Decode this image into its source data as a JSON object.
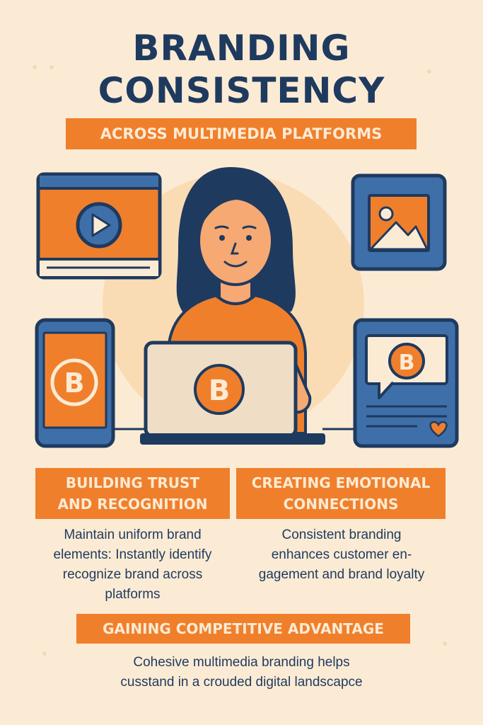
{
  "header": {
    "title_line1": "BRANDING",
    "title_line2": "CONSISTENCY",
    "subtitle": "ACROSS MULTIMEDIA PLATFORMS"
  },
  "illustration": {
    "laptop_badge": "B",
    "phone_badge": "B",
    "social_badge": "B",
    "icons": [
      "video-player-icon",
      "image-frame-icon",
      "smartphone-icon",
      "social-post-icon",
      "heart-icon",
      "woman-with-laptop"
    ]
  },
  "sections": {
    "trust": {
      "heading_line1": "BUILDING TRUST",
      "heading_line2": "AND RECOGNITION",
      "text_line1": "Maintain uniform brand",
      "text_line2": "elements: Instantly identify",
      "text_line3": "recognize brand across",
      "text_line4": "platforms"
    },
    "emotional": {
      "heading_line1": "CREATING EMOTIONAL",
      "heading_line2": "CONNECTIONS",
      "text_line1": "Consistent branding",
      "text_line2": "enhances customer en-",
      "text_line3": "gagement  and brand loyalty"
    },
    "competitive": {
      "heading": "GAINING COMPETITIVE ADVANTAGE",
      "text_line1": "Cohesive multimedia branding helps",
      "text_line2": "cusstand in a crouded digital landscapce"
    }
  },
  "colors": {
    "background": "#FCEBD4",
    "accent_orange": "#F07F2C",
    "navy": "#1E3A5F",
    "blue": "#3F6FA8",
    "sun": "#F9DCB4"
  }
}
